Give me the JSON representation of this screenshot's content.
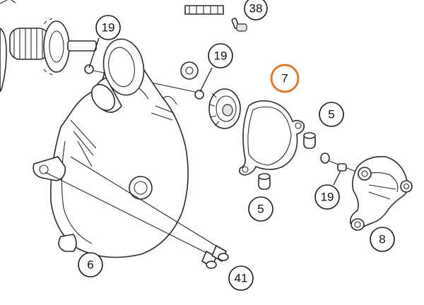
{
  "callouts": [
    {
      "id": "c19a",
      "label": "19",
      "highlight": false
    },
    {
      "id": "c38",
      "label": "38",
      "highlight": false
    },
    {
      "id": "c19b",
      "label": "19",
      "highlight": false
    },
    {
      "id": "c7",
      "label": "7",
      "highlight": true
    },
    {
      "id": "c5a",
      "label": "5",
      "highlight": false
    },
    {
      "id": "c5b",
      "label": "5",
      "highlight": false
    },
    {
      "id": "c19c",
      "label": "19",
      "highlight": false
    },
    {
      "id": "c8",
      "label": "8",
      "highlight": false
    },
    {
      "id": "c6",
      "label": "6",
      "highlight": false
    },
    {
      "id": "c41",
      "label": "41",
      "highlight": false
    }
  ],
  "colors": {
    "line": "#2a2a2a",
    "highlight": "#e07a2a",
    "background": "#ffffff"
  }
}
